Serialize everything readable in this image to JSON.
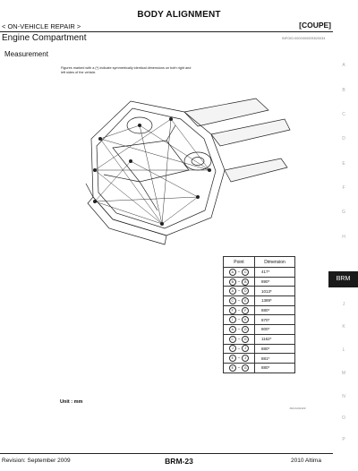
{
  "header": {
    "title": "BODY ALIGNMENT",
    "section": "< ON-VEHICLE REPAIR >",
    "model": "[COUPE]"
  },
  "page": {
    "heading": "Engine  Compartment",
    "code": "INFOID:0000000005520034",
    "subheading": "Measurement",
    "figure_note": "Figures marked with a (*) indicate symmetrically identical dimensions on both right and left sides of the vehicle.",
    "unit": "Unit : mm",
    "figure_code": "JSKIA2024ZZ"
  },
  "index_letters": [
    "A",
    "B",
    "C",
    "D",
    "E",
    "F",
    "G",
    "H",
    "BRM",
    "J",
    "K",
    "L",
    "M",
    "N",
    "O",
    "P"
  ],
  "table": {
    "headers": [
      "Point",
      "Dimension"
    ],
    "rows": [
      {
        "from": "A",
        "to": "C",
        "dim": "417*"
      },
      {
        "from": "B",
        "to": "B",
        "dim": "890*"
      },
      {
        "from": "A",
        "to": "D",
        "dim": "1013*"
      },
      {
        "from": "C",
        "to": "E",
        "dim": "1389*"
      },
      {
        "from": "F",
        "to": "F",
        "dim": "880*"
      },
      {
        "from": "I",
        "to": "K",
        "dim": "870*"
      },
      {
        "from": "A",
        "to": "G",
        "dim": "800*"
      },
      {
        "from": "C",
        "to": "G",
        "dim": "1162*"
      },
      {
        "from": "J",
        "to": "J",
        "dim": "880*"
      },
      {
        "from": "E",
        "to": "J",
        "dim": "881*"
      },
      {
        "from": "E",
        "to": "G",
        "dim": "880*"
      }
    ]
  },
  "footer": {
    "revision": "Revision: September 2009",
    "page": "BRM-23",
    "model": "2010 Altima"
  }
}
